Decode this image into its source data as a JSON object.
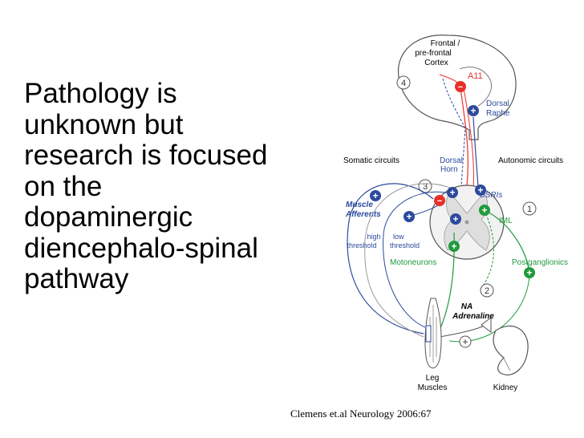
{
  "text_lines": [
    "Pathology is",
    "unknown but",
    "research is focused",
    "on the",
    "dopaminergic",
    "diencephalo-spinal",
    "pathway"
  ],
  "citation": "Clemens et.al Neurology 2006:67",
  "diagram": {
    "labels": {
      "frontal_1": "Frontal /",
      "frontal_2": "pre-frontal",
      "frontal_3": "Cortex",
      "a11": "A11",
      "dorsal_raphe_1": "Dorsal",
      "dorsal_raphe_2": "Raphe",
      "somatic": "Somatic circuits",
      "dorsal_horn_1": "Dorsal",
      "dorsal_horn_2": "Horn",
      "autonomic": "Autonomic circuits",
      "muscle_1": "Muscle",
      "muscle_2": "Afferents",
      "ssris": "SSRIs",
      "iml": "IML",
      "high_1": "high",
      "high_2": "threshold",
      "low_1": "low",
      "low_2": "threshold",
      "motoneurons": "Motoneurons",
      "postganglionics": "Postganglionics",
      "na": "NA",
      "adrenaline": "Adrenaline",
      "leg_1": "Leg",
      "leg_2": "Muscles",
      "kidney": "Kidney"
    },
    "numbers": {
      "n1": "1",
      "n2": "2",
      "n3": "3",
      "n4": "4"
    },
    "signs": {
      "plus": "+",
      "minus": "−"
    },
    "colors": {
      "red": "#e8302a",
      "blue": "#2c4a9e",
      "green": "#1f9a3c",
      "gray": "#9a9a9a",
      "outline": "#555555"
    }
  }
}
